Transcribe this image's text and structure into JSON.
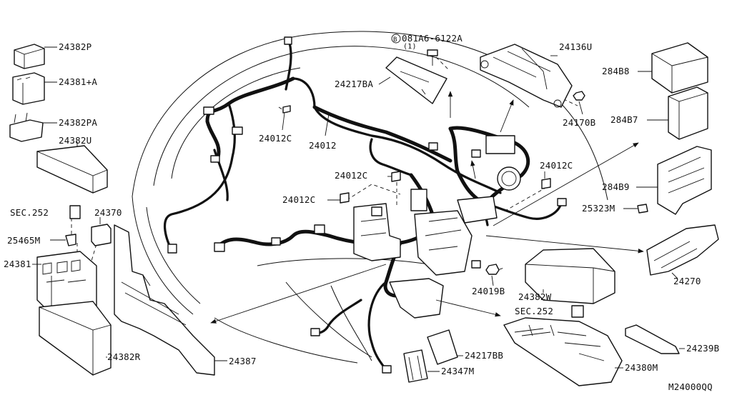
{
  "labels": {
    "p24382P": "24382P",
    "p24381A": "24381+A",
    "p24382PA": "24382PA",
    "p24382U": "24382U",
    "sec252a": "SEC.252",
    "p24370": "24370",
    "p25465M": "25465M",
    "p24381": "24381",
    "p24382R": "24382R",
    "p24387": "24387",
    "p24217BA": "24217BA",
    "bolt": "081A6-6122A",
    "bolt_b": "B",
    "bolt_qty": "(1)",
    "p24012C_a": "24012C",
    "p24012": "24012",
    "p24012C_b": "24012C",
    "p24012C_c": "24012C",
    "p24012C_d": "24012C",
    "p24136U": "24136U",
    "p24170B": "24170B",
    "p284B8": "284B8",
    "p284B7": "284B7",
    "p284B9": "284B9",
    "p25323M": "25323M",
    "p24270": "24270",
    "p24019B": "24019B",
    "p24382W": "24382W",
    "sec252b": "SEC.252",
    "p24239B": "24239B",
    "p24217BB": "24217BB",
    "p24347M": "24347M",
    "p24380M": "24380M",
    "diagram_code": "M24000QQ"
  }
}
